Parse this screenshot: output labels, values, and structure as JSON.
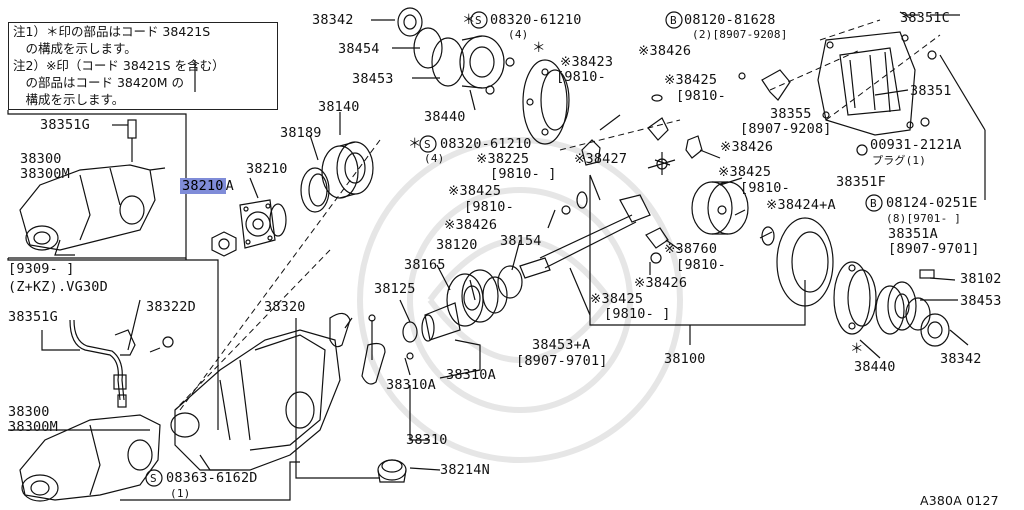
{
  "notes": {
    "line1": "注1）＊印の部品はコード 38421S",
    "line2": "　の構成を示します。",
    "line3": "注2）※印（コード 38421S を含む）",
    "line4": "　の部品はコード 38420M の",
    "line5": "　構成を示します。"
  },
  "inset_top": {
    "label_a": "38351G",
    "label_b": "38300",
    "label_c": "38300M",
    "date_range": "[9309-    ]",
    "variant": "(Z+KZ).VG30D"
  },
  "inset_bottom": {
    "label_a": "38322D",
    "label_b": "38351G",
    "label_c": "38300",
    "label_d": "38300M"
  },
  "highlighted_part": {
    "code": "38210",
    "suffix": "A"
  },
  "parts": {
    "p38342_top": "38342",
    "p38454": "38454",
    "p38453_top": "38453",
    "p38440_top": "38440",
    "p38140": "38140",
    "p38189": "38189",
    "p38210": "38210",
    "s08320_a": "08320-61210",
    "s08320_a_qty": "(4)",
    "mark_star": "＊",
    "p38423": "※38423",
    "p38423_date": "[9810-",
    "s08320_b": "08320-61210",
    "s08320_b_qty": "(4)",
    "p38225": "※38225",
    "p38225_date": "[9810-    ]",
    "b08120": "08120-81628",
    "b08120_qty": "(2)[8907-9208]",
    "p38351c": "38351C",
    "p38426_a": "※38426",
    "p38425_a": "※38425",
    "p38425_a_date": "[9810-",
    "p38355": "38355",
    "p38355_date": "[8907-9208]",
    "p38351": "38351",
    "p38427": "※38427",
    "p38426_b": "※38426",
    "s00931": "00931-2121A",
    "s00931_sub": "プラグ(1)",
    "p38425_b": "※38425",
    "p38425_b_date": "[9810-",
    "p38351f": "38351F",
    "p38425_c": "※38425",
    "p38425_c_date": "[9810-",
    "p38426_c": "※38426",
    "p38424": "※38424+A",
    "b08124": "08124-0251E",
    "b08124_qty": "(8)[9701-    ]",
    "p38351a": "38351A",
    "p38351a_date": "[8907-9701]",
    "p38120": "38120",
    "p38154": "38154",
    "p38165": "38165",
    "p38125": "38125",
    "p38760": "※38760",
    "p38760_date": "[9810-",
    "p38426_d": "※38426",
    "p38425_d": "※38425",
    "p38425_d_date": "[9810-    ]",
    "p38453a": "38453+A",
    "p38453a_date": "[8907-9701]",
    "p38100": "38100",
    "p38102": "38102",
    "p38453_r": "38453",
    "p38440_r": "38440",
    "p38342_r": "38342",
    "p38320": "38320",
    "p38310a_1": "38310A",
    "p38310a_2": "38310A",
    "p38310": "38310",
    "p38214n": "38214N",
    "s08363": "08363-6162D",
    "s08363_qty": "(1)"
  },
  "circle_s": "S",
  "circle_b": "B",
  "figure_id": "A380A 0127"
}
